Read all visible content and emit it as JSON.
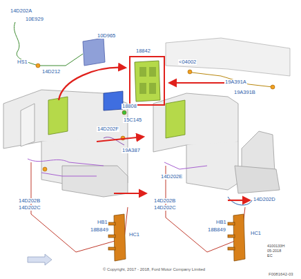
{
  "diagram": {
    "labels": [
      "14D202A",
      "10E929",
      "10D965",
      "18842",
      "HS1",
      "14D212",
      "<04002",
      "19A391A",
      "19A391B",
      "18808",
      "15C145",
      "14D202F",
      "19A387",
      "14D202E",
      "14D202D",
      "14D202B",
      "14D202C",
      "14D202B",
      "14D202C",
      "HB1",
      "18B849",
      "HC1",
      "HB1",
      "18B849",
      "HC1",
      "4100133H",
      "05-2018",
      "EC",
      "© Copyright, 2017 - 2018, Ford Motor Company Limited",
      "F0081642-03"
    ]
  }
}
